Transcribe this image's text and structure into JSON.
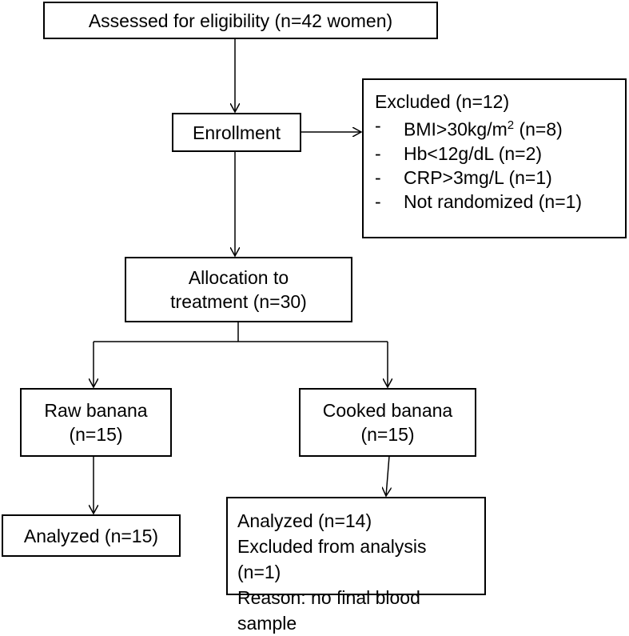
{
  "assessed": "Assessed for eligibility (n=42 women)",
  "enrollment": "Enrollment",
  "excluded": {
    "title": "Excluded (n=12)",
    "items": [
      {
        "text": "BMI>30kg/m",
        "sup": "2",
        "suffix": " (n=8)"
      },
      {
        "text": "Hb<12g/dL (n=2)"
      },
      {
        "text": "CRP>3mg/L (n=1)"
      },
      {
        "text": "Not randomized (n=1)"
      }
    ],
    "bullet": "-"
  },
  "allocation": {
    "line1": "Allocation to",
    "line2": "treatment (n=30)"
  },
  "raw": {
    "line1": "Raw banana",
    "line2": "(n=15)"
  },
  "cooked": {
    "line1": "Cooked banana",
    "line2": "(n=15)"
  },
  "raw_analyzed": "Analyzed (n=15)",
  "cooked_analyzed": {
    "line1": "Analyzed (n=14)",
    "line2": "Excluded from analysis (n=1)",
    "line3": "Reason: no final blood sample"
  }
}
